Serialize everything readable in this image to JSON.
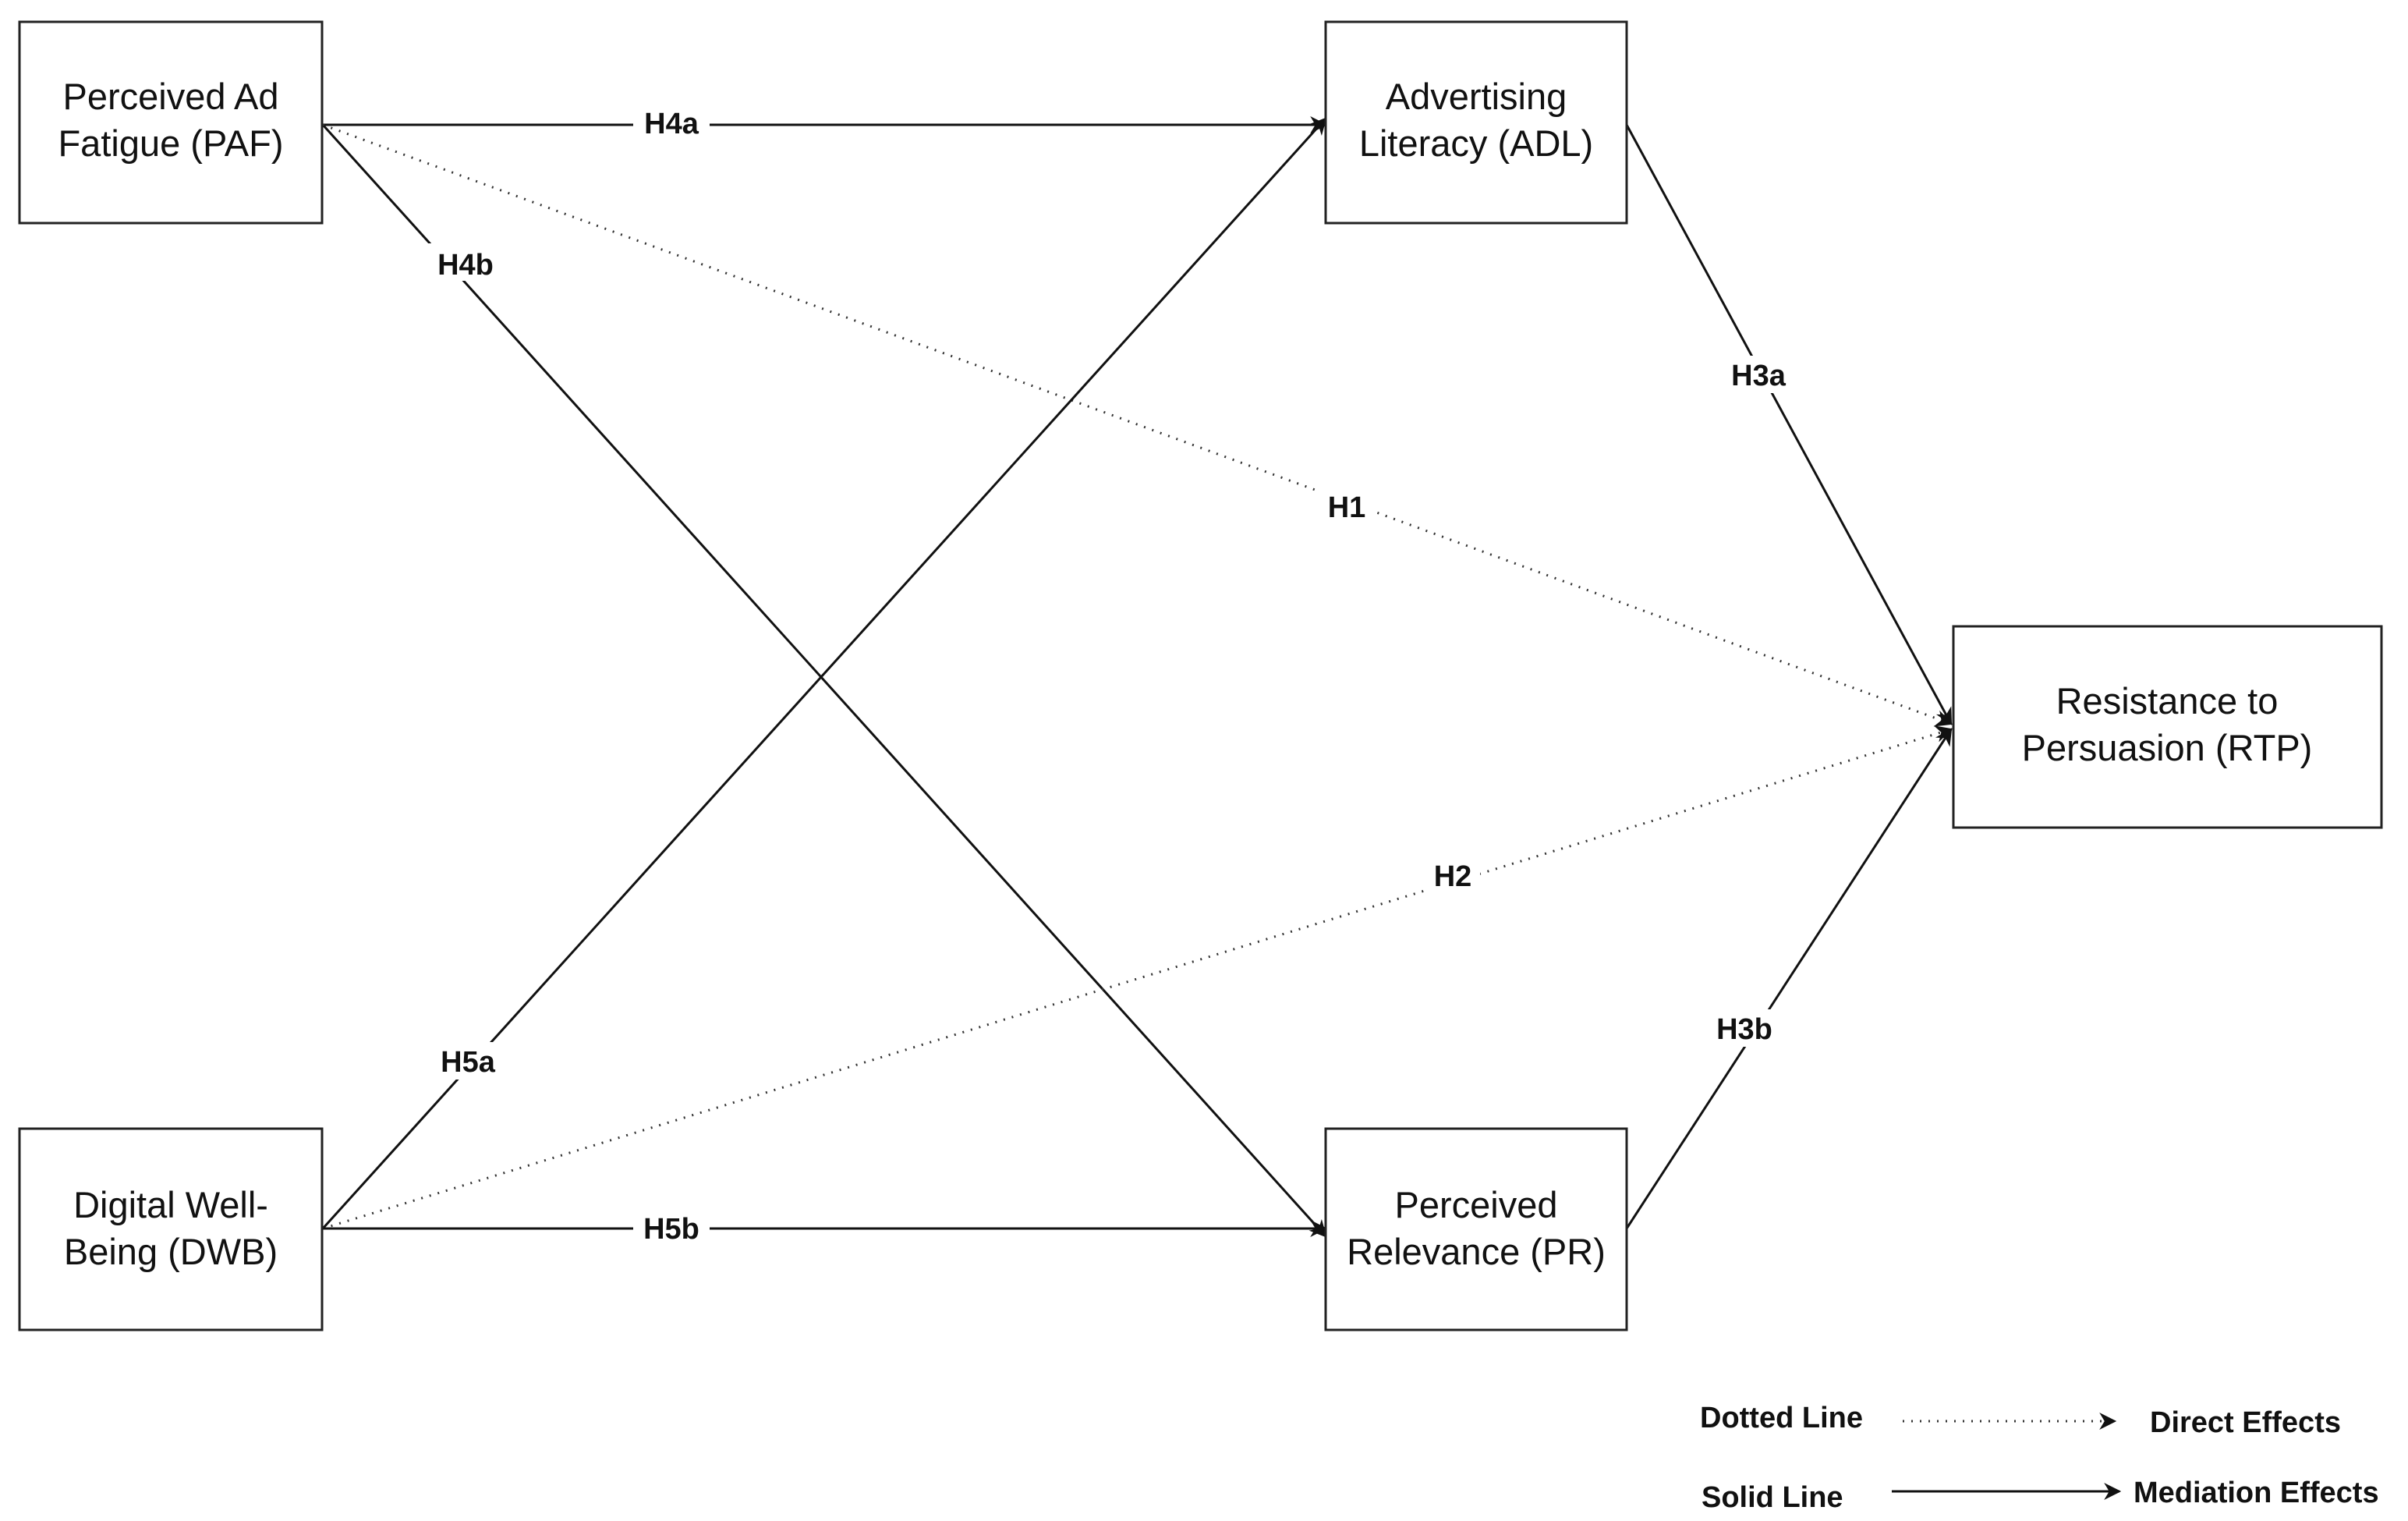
{
  "nodes": {
    "paf": {
      "line1": "Perceived Ad",
      "line2": "Fatigue (PAF)"
    },
    "adl": {
      "line1": "Advertising",
      "line2": "Literacy (ADL)"
    },
    "rtp": {
      "line1": "Resistance to",
      "line2": "Persuasion (RTP)"
    },
    "dwb": {
      "line1": "Digital Well-",
      "line2": "Being (DWB)"
    },
    "pr": {
      "line1": "Perceived",
      "line2": "Relevance (PR)"
    }
  },
  "edges": [
    {
      "id": "h4a",
      "label": "H4a",
      "from": "PAF",
      "to": "ADL",
      "style": "solid"
    },
    {
      "id": "h4b",
      "label": "H4b",
      "from": "PAF",
      "to": "PR",
      "style": "solid"
    },
    {
      "id": "h1",
      "label": "H1",
      "from": "PAF",
      "to": "RTP",
      "style": "dotted"
    },
    {
      "id": "h3a",
      "label": "H3a",
      "from": "ADL",
      "to": "RTP",
      "style": "solid"
    },
    {
      "id": "h5a",
      "label": "H5a",
      "from": "DWB",
      "to": "ADL",
      "style": "solid"
    },
    {
      "id": "h2",
      "label": "H2",
      "from": "DWB",
      "to": "RTP",
      "style": "dotted"
    },
    {
      "id": "h5b",
      "label": "H5b",
      "from": "DWB",
      "to": "PR",
      "style": "solid"
    },
    {
      "id": "h3b",
      "label": "H3b",
      "from": "PR",
      "to": "RTP",
      "style": "solid"
    }
  ],
  "legend": {
    "dotted_label": "Dotted Line",
    "dotted_meaning": "Direct Effects",
    "solid_label": "Solid Line",
    "solid_meaning": "Mediation Effects"
  },
  "colors": {
    "line": "#111111",
    "box_border": "#222222",
    "background": "#ffffff"
  }
}
